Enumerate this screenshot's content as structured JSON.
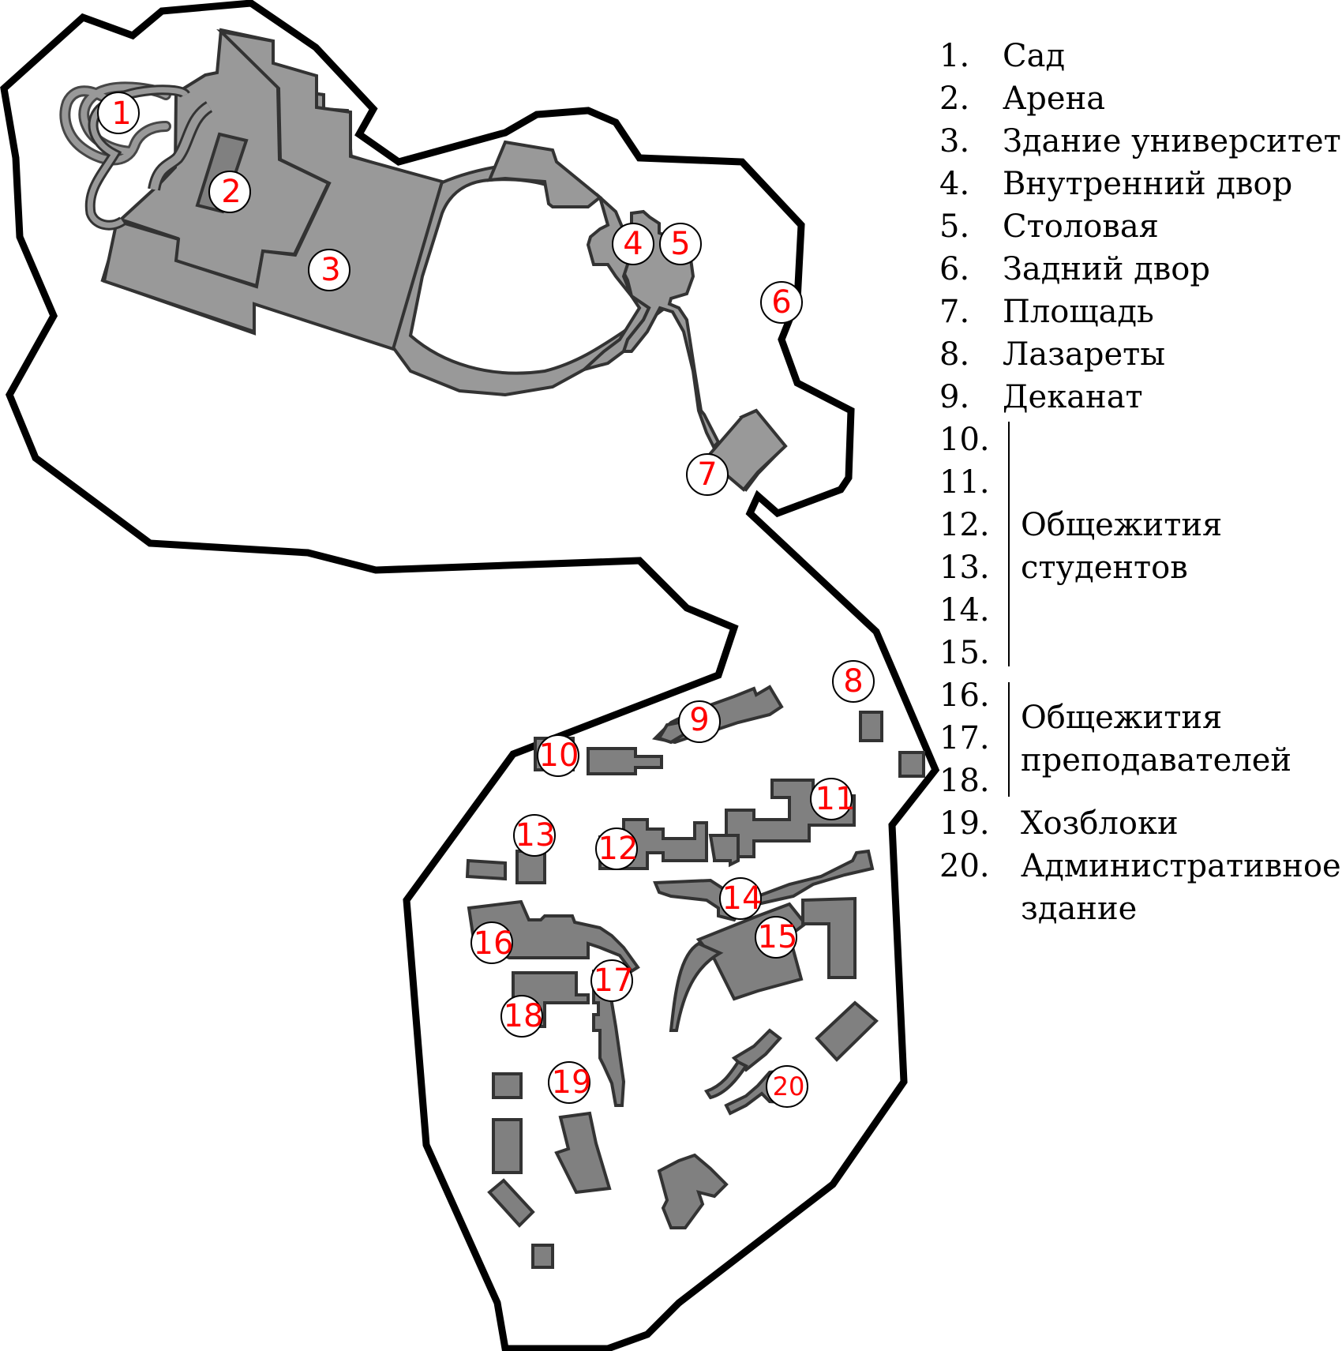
{
  "map": {
    "markers": [
      "1",
      "2",
      "3",
      "4",
      "5",
      "6",
      "7",
      "8",
      "9",
      "10",
      "11",
      "12",
      "13",
      "14",
      "15",
      "16",
      "17",
      "18",
      "19",
      "20"
    ]
  },
  "legend": {
    "items": [
      {
        "num": "1.",
        "label": "Сад"
      },
      {
        "num": "2.",
        "label": "Арена"
      },
      {
        "num": "3.",
        "label": "Здание университета"
      },
      {
        "num": "4.",
        "label": "Внутренний двор"
      },
      {
        "num": "5.",
        "label": "Столовая"
      },
      {
        "num": "6.",
        "label": "Задний двор"
      },
      {
        "num": "7.",
        "label": "Площадь"
      },
      {
        "num": "8.",
        "label": "Лазареты"
      },
      {
        "num": "9.",
        "label": "Деканат"
      },
      {
        "num": "10.",
        "label": ""
      },
      {
        "num": "11.",
        "label": ""
      },
      {
        "num": "12.",
        "label": ""
      },
      {
        "num": "13.",
        "label": ""
      },
      {
        "num": "14.",
        "label": ""
      },
      {
        "num": "15.",
        "label": ""
      },
      {
        "num": "16.",
        "label": ""
      },
      {
        "num": "17.",
        "label": ""
      },
      {
        "num": "18.",
        "label": ""
      },
      {
        "num": "19.",
        "label": "Хозблоки"
      },
      {
        "num": "20.",
        "label": "Административное"
      }
    ],
    "admin_line2": "здание",
    "group_students": [
      "Общежития",
      "студентов"
    ],
    "group_teachers": [
      "Общежития",
      "преподавателей"
    ]
  },
  "colors": {
    "boundary": "#000000",
    "building_light": "#999999",
    "building_dark": "#808080",
    "marker_text": "#ff0000"
  }
}
